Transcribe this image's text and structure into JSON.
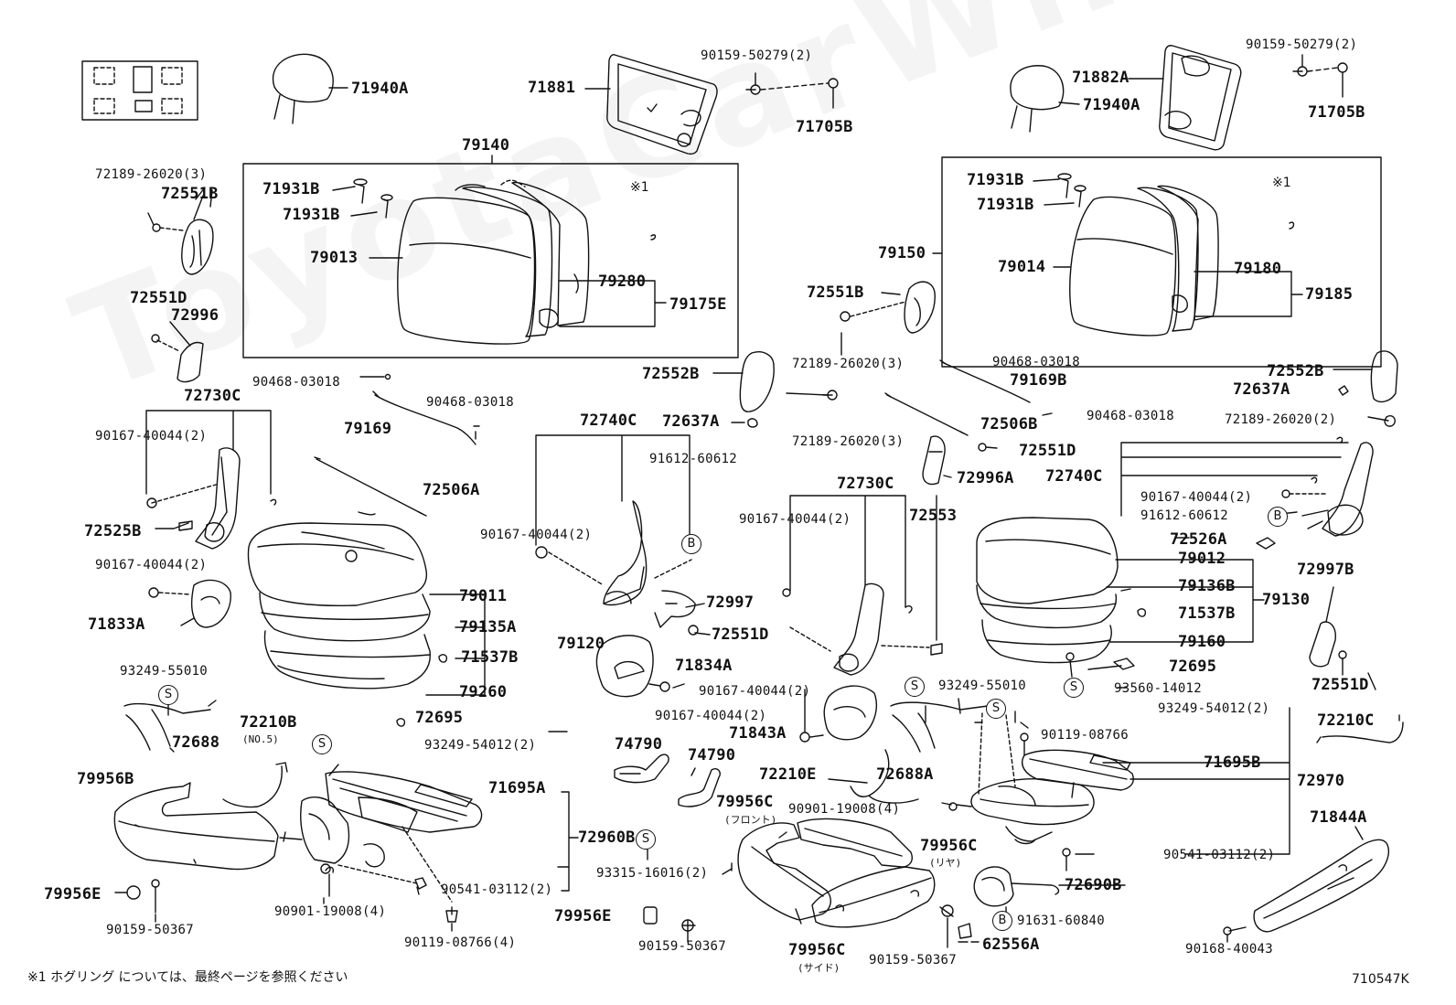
{
  "watermark": "ToyotaCarWiki",
  "footnote": "※1 ホグリング については、最終ページを参照ください",
  "figure_code": "710547K",
  "note_mark": "※1",
  "badges": {
    "s": "S",
    "b": "B"
  },
  "labels": {
    "l71940A_1": "71940A",
    "l71881": "71881",
    "l9015950279_1": "90159-50279(2)",
    "l71705B_1": "71705B",
    "l71882A": "71882A",
    "l71940A_2": "71940A",
    "l9015950279_2": "90159-50279(2)",
    "l71705B_2": "71705B",
    "l79140": "79140",
    "l7218926020_a": "72189-26020(3)",
    "l72551B_a": "72551B",
    "l71931B_a": "71931B",
    "l71931B_b": "71931B",
    "l79013": "79013",
    "l79280": "79280",
    "l79175E": "79175E",
    "l72551D_a": "72551D",
    "l72996": "72996",
    "l71931B_c": "71931B",
    "l71931B_d": "71931B",
    "l79150": "79150",
    "l79014": "79014",
    "l79180": "79180",
    "l79185": "79185",
    "l72551B_b": "72551B",
    "l7218926020_b": "72189-26020(3)",
    "l9046803018_c": "90468-03018",
    "l79169B": "79169B",
    "l72552B_a": "72552B",
    "l72637A_a": "72637A",
    "l7218926020_c": "72189-26020(3)",
    "l72506B": "72506B",
    "l9046803018_d": "90468-03018",
    "l72552B_b": "72552B",
    "l72637A_b": "72637A",
    "l7218926020_d": "72189-26020(2)",
    "l9046803018_a": "90468-03018",
    "l72730C_a": "72730C",
    "l9046803018_b": "90468-03018",
    "l79169": "79169",
    "l9016740044_a": "90167-40044(2)",
    "l72506A": "72506A",
    "l72525B": "72525B",
    "l9016740044_b": "90167-40044(2)",
    "l71833A": "71833A",
    "l72740C_a": "72740C",
    "l9161260612_a": "91612-60612",
    "l9016740044_c": "90167-40044(2)",
    "l72997": "72997",
    "l72551D_b": "72551D",
    "l79011": "79011",
    "l79135A": "79135A",
    "l71537B_a": "71537B",
    "l79120": "79120",
    "l71834A": "71834A",
    "l9016740044_d": "90167-40044(2)",
    "l79260": "79260",
    "l72695_a": "72695",
    "l72551D_c": "72551D",
    "l72996A": "72996A",
    "l72730C_b": "72730C",
    "l9016740044_e": "90167-40044(2)",
    "l72553": "72553",
    "l72740C_b": "72740C",
    "l9016740044_f": "90167-40044(2)",
    "l9161260612_b": "91612-60612",
    "l72526A": "72526A",
    "l79012": "79012",
    "l79136B": "79136B",
    "l79130": "79130",
    "l71537B_b": "71537B",
    "l79160": "79160",
    "l72997B": "72997B",
    "l72695_b": "72695",
    "l9356014012": "93560-14012",
    "l72551D_d": "72551D",
    "l9324955010_a": "93249-55010",
    "l72688": "72688",
    "l72210B": "72210B",
    "l72210B_no": "(NO.5)",
    "l9324954012_a": "93249-54012(2)",
    "l71695A": "71695A",
    "l72960B": "72960B",
    "l79956B": "79956B",
    "l79956E_a": "79956E",
    "l9015950367_a": "90159-50367",
    "l9090119008_a": "90901-19008(4)",
    "l9054103112_a": "90541-03112(2)",
    "l9011908766_a": "90119-08766(4)",
    "l9016740044_g": "90167-40044(2)",
    "l71843A": "71843A",
    "l74790_a": "74790",
    "l74790_b": "74790",
    "l9324955010_b": "93249-55010",
    "l72688A": "72688A",
    "l72210E": "72210E",
    "l79956C_a": "79956C",
    "l79956C_a_sub": "(フロント)",
    "l9331516016": "93315-16016(2)",
    "l79956E_b": "79956E",
    "l9015950367_b": "90159-50367",
    "l79956C_c": "79956C",
    "l79956C_c_sub": "(サイド)",
    "l9015950367_c": "90159-50367",
    "l9090119008_b": "90901-19008(4)",
    "l79956C_b": "79956C",
    "l79956C_b_sub": "(リヤ)",
    "l9324954012_b": "93249-54012(2)",
    "l9011908766_b": "90119-08766",
    "l71695B": "71695B",
    "l72970": "72970",
    "l72210C": "72210C",
    "l9054103112_b": "90541-03112(2)",
    "l72690B": "72690B",
    "l9163160840": "91631-60840",
    "l62556A": "62556A",
    "l71844A": "71844A",
    "l9016840043": "90168-40043"
  }
}
